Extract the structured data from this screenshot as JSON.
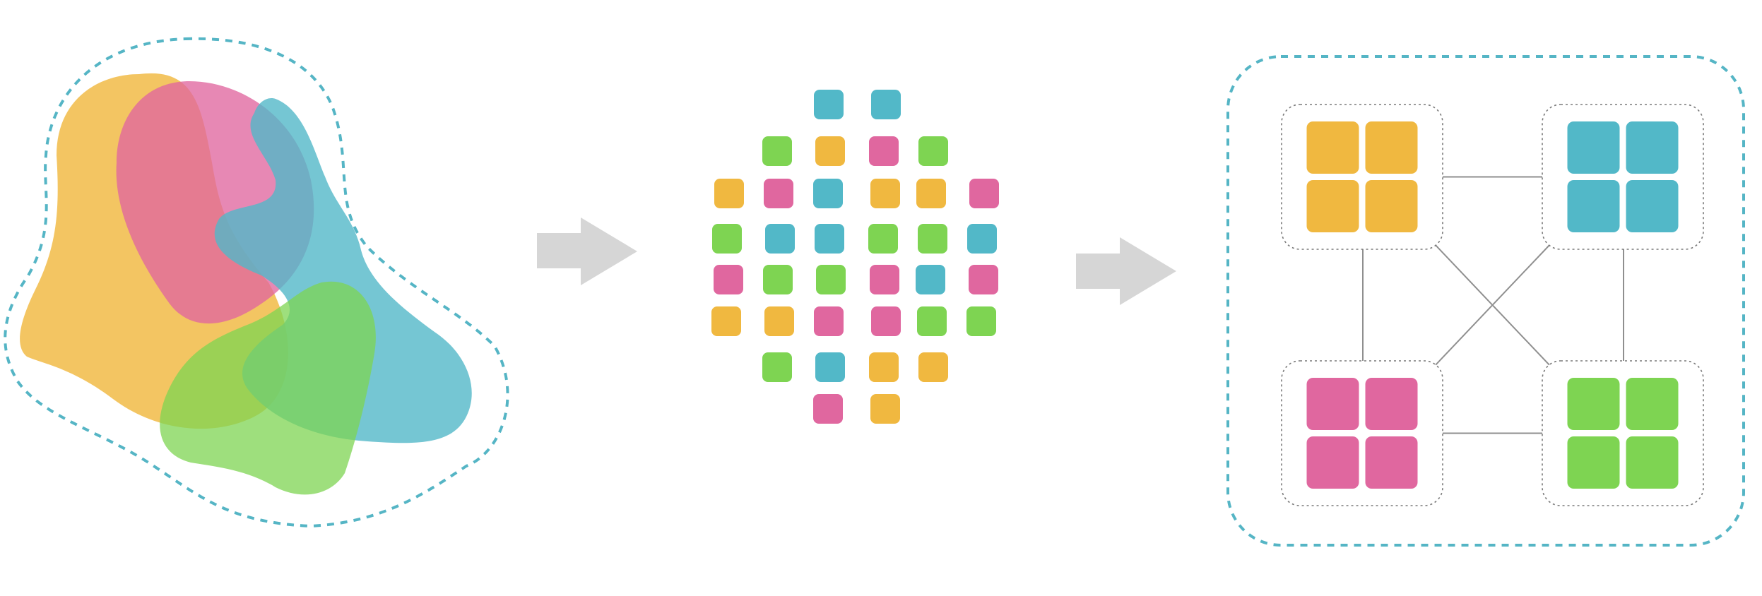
{
  "colors": {
    "yellow": "#f0b840",
    "pink": "#e0679f",
    "teal": "#52b8c8",
    "green": "#7ed452",
    "arrow": "#d6d6d6",
    "outline": "#55b5c5",
    "node_border": "#7a7a7a",
    "connector": "#8f8f8f",
    "background": "#ffffff"
  },
  "stage_blobs": {
    "shapes": [
      {
        "name": "yellow-blob",
        "color": "yellow"
      },
      {
        "name": "pink-blob",
        "color": "pink"
      },
      {
        "name": "teal-blob",
        "color": "teal"
      },
      {
        "name": "green-blob",
        "color": "green"
      }
    ]
  },
  "stage_scatter": {
    "rows": [
      [
        "",
        "",
        "teal",
        "teal",
        "",
        ""
      ],
      [
        "",
        "green",
        "yellow",
        "pink",
        "green",
        ""
      ],
      [
        "yellow",
        "pink",
        "teal",
        "yellow",
        "yellow",
        "pink"
      ],
      [
        "green",
        "teal",
        "teal",
        "green",
        "green",
        "teal"
      ],
      [
        "pink",
        "green",
        "green",
        "pink",
        "teal",
        "pink"
      ],
      [
        "yellow",
        "yellow",
        "pink",
        "pink",
        "green",
        "green"
      ],
      [
        "",
        "green",
        "teal",
        "yellow",
        "yellow",
        ""
      ],
      [
        "",
        "",
        "pink",
        "yellow",
        "",
        ""
      ]
    ]
  },
  "stage_groups": {
    "groups": [
      {
        "name": "group-yellow",
        "color": "yellow"
      },
      {
        "name": "group-teal",
        "color": "teal"
      },
      {
        "name": "group-pink",
        "color": "pink"
      },
      {
        "name": "group-green",
        "color": "green"
      }
    ],
    "links": [
      [
        0,
        1
      ],
      [
        0,
        2
      ],
      [
        0,
        3
      ],
      [
        1,
        2
      ],
      [
        1,
        3
      ],
      [
        2,
        3
      ]
    ]
  }
}
